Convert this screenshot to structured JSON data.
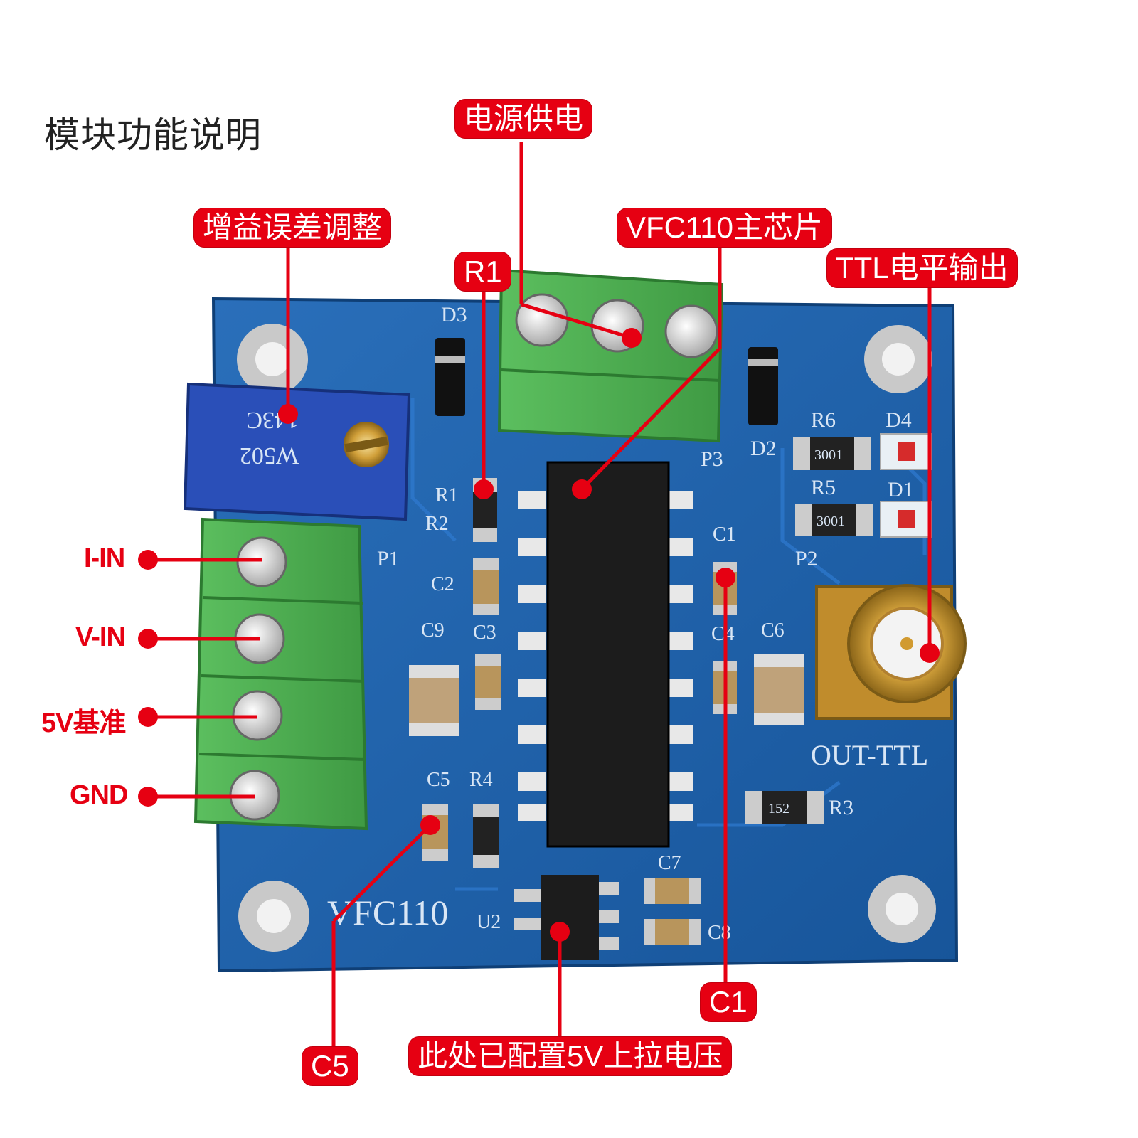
{
  "title": "模块功能说明",
  "callouts": {
    "power": "电源供电",
    "gain": "增益误差调整",
    "chip": "VFC110主芯片",
    "r1": "R1",
    "ttl": "TTL电平输出",
    "c1": "C1",
    "c5": "C5",
    "pullup": "此处已配置5V上拉电压"
  },
  "pins": {
    "iin": "I-IN",
    "vin": "V-IN",
    "ref5v": "5V基准",
    "gnd": "GND"
  },
  "silkscreen": {
    "d3": "D3",
    "d2": "D2",
    "d4": "D4",
    "d1": "D1",
    "r6": "R6",
    "r5": "R5",
    "r3": "R3",
    "r4": "R4",
    "r1": "R1",
    "r2": "R2",
    "p1": "P1",
    "p2": "P2",
    "p3": "P3",
    "c1": "C1",
    "c2": "C2",
    "c3": "C3",
    "c4": "C4",
    "c5": "C5",
    "c6": "C6",
    "c7": "C7",
    "c8": "C8",
    "c9": "C9",
    "u2": "U2",
    "board_name": "VFC110",
    "out_ttl": "OUT-TTL",
    "r6_code": "3001",
    "r5_code": "3001",
    "r3_code": "152",
    "pot_code_1": "143C",
    "pot_code_2": "W502"
  },
  "colors": {
    "accent": "#e60012",
    "pcb": "#1d5fa8",
    "terminal": "#4caf50",
    "chip": "#1c1c1c",
    "sma": "#d4a73a"
  }
}
